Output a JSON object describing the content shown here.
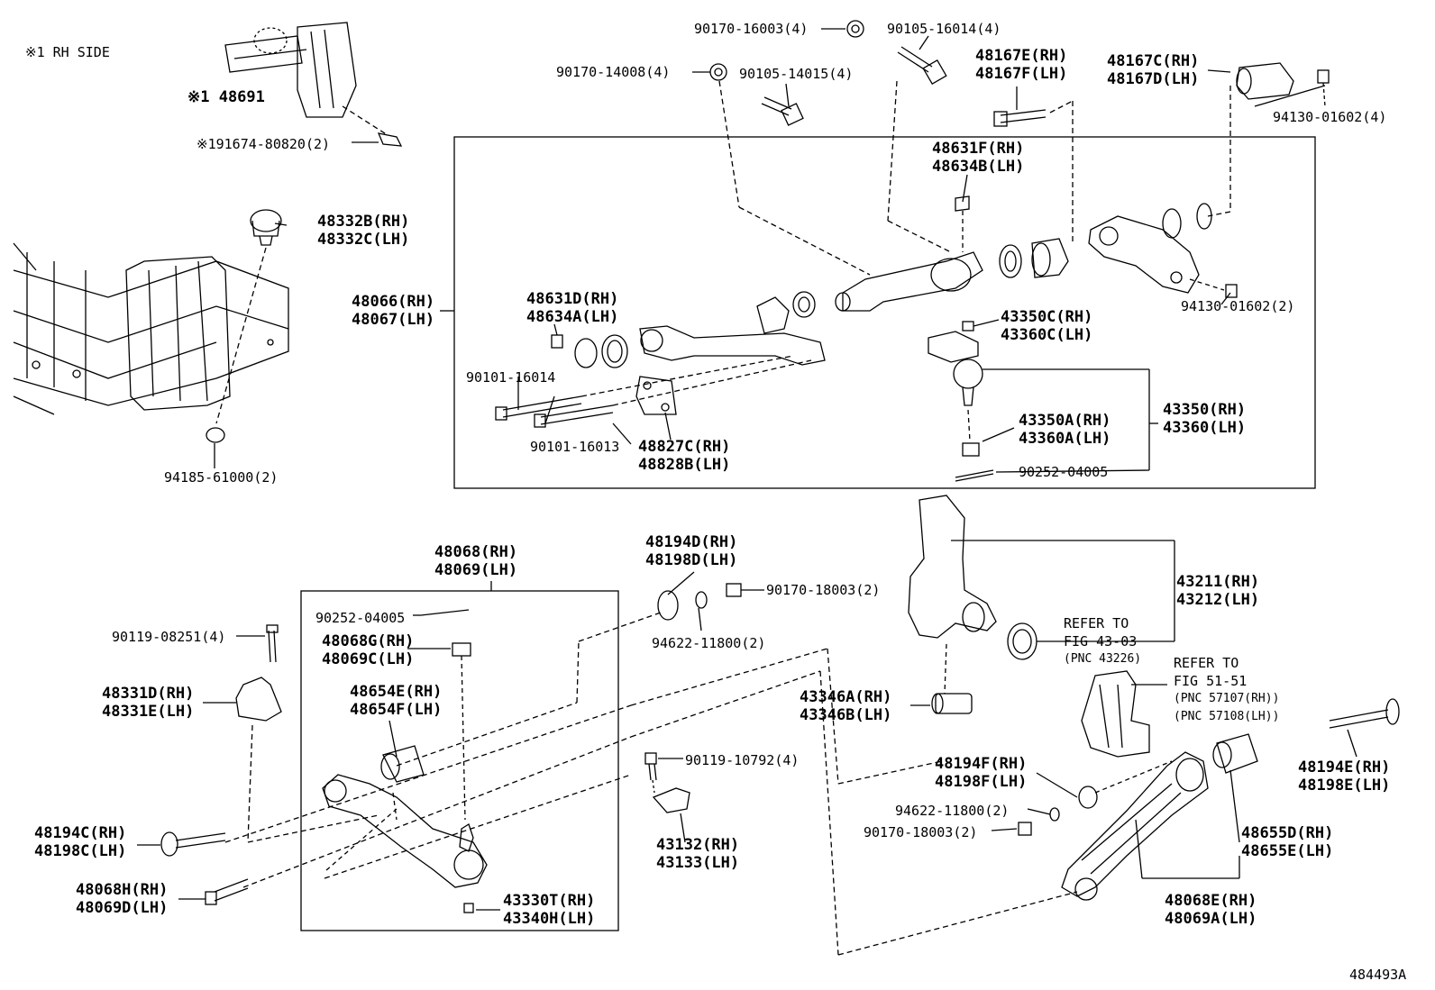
{
  "note": "※1 RH SIDE",
  "figure_id": "484493A",
  "labels": {
    "pn_48691": "※1 48691",
    "pn_191674": "※191674-80820(2)",
    "pn_90170_16003": "90170-16003(4)",
    "pn_90105_16014": "90105-16014(4)",
    "pn_90170_14008": "90170-14008(4)",
    "pn_90105_14015": "90105-14015(4)",
    "pn_48167E": "48167E(RH)",
    "pn_48167F": "48167F(LH)",
    "pn_48167C": "48167C(RH)",
    "pn_48167D": "48167D(LH)",
    "pn_94130_4": "94130-01602(4)",
    "pn_48631F": "48631F(RH)",
    "pn_48634B": "48634B(LH)",
    "pn_48332B": "48332B(RH)",
    "pn_48332C": "48332C(LH)",
    "pn_48066": "48066(RH)",
    "pn_48067": "48067(LH)",
    "pn_48631D": "48631D(RH)",
    "pn_48634A": "48634A(LH)",
    "pn_94130_2": "94130-01602(2)",
    "pn_43350C": "43350C(RH)",
    "pn_43360C": "43360C(LH)",
    "pn_90101_16014": "90101-16014",
    "pn_90101_16013": "90101-16013",
    "pn_48827C": "48827C(RH)",
    "pn_48828B": "48828B(LH)",
    "pn_43350": "43350(RH)",
    "pn_43360": "43360(LH)",
    "pn_43350A": "43350A(RH)",
    "pn_43360A": "43360A(LH)",
    "pn_90252_upper": "90252-04005",
    "pn_94185": "94185-61000(2)",
    "pn_48068": "48068(RH)",
    "pn_48069": "48069(LH)",
    "pn_48194D": "48194D(RH)",
    "pn_48198D": "48198D(LH)",
    "pn_90170_18003_a": "90170-18003(2)",
    "pn_90252_lower": "90252-04005",
    "pn_94622_a": "94622-11800(2)",
    "pn_43211": "43211(RH)",
    "pn_43212": "43212(LH)",
    "refer_1a": "REFER TO",
    "refer_1b": "FIG 43-03",
    "refer_1c": "(PNC 43226)",
    "refer_2a": "REFER TO",
    "refer_2b": "FIG 51-51",
    "refer_2c": "(PNC 57107(RH))",
    "refer_2d": "(PNC 57108(LH))",
    "pn_90119_08251": "90119-08251(4)",
    "pn_48068G": "48068G(RH)",
    "pn_48069C": "48069C(LH)",
    "pn_48331D": "48331D(RH)",
    "pn_48331E": "48331E(LH)",
    "pn_48654E": "48654E(RH)",
    "pn_48654F": "48654F(LH)",
    "pn_43346A": "43346A(RH)",
    "pn_43346B": "43346B(LH)",
    "pn_90119_10792": "90119-10792(4)",
    "pn_48194E": "48194E(RH)",
    "pn_48198E": "48198E(LH)",
    "pn_48194F": "48194F(RH)",
    "pn_48198F": "48198F(LH)",
    "pn_94622_b": "94622-11800(2)",
    "pn_90170_18003_b": "90170-18003(2)",
    "pn_48194C": "48194C(RH)",
    "pn_48198C": "48198C(LH)",
    "pn_43132": "43132(RH)",
    "pn_43133": "43133(LH)",
    "pn_48655D": "48655D(RH)",
    "pn_48655E": "48655E(LH)",
    "pn_48068H": "48068H(RH)",
    "pn_48069D": "48069D(LH)",
    "pn_43330T": "43330T(RH)",
    "pn_43340H": "43340H(LH)",
    "pn_48068E": "48068E(RH)",
    "pn_48069A": "48069A(LH)"
  }
}
